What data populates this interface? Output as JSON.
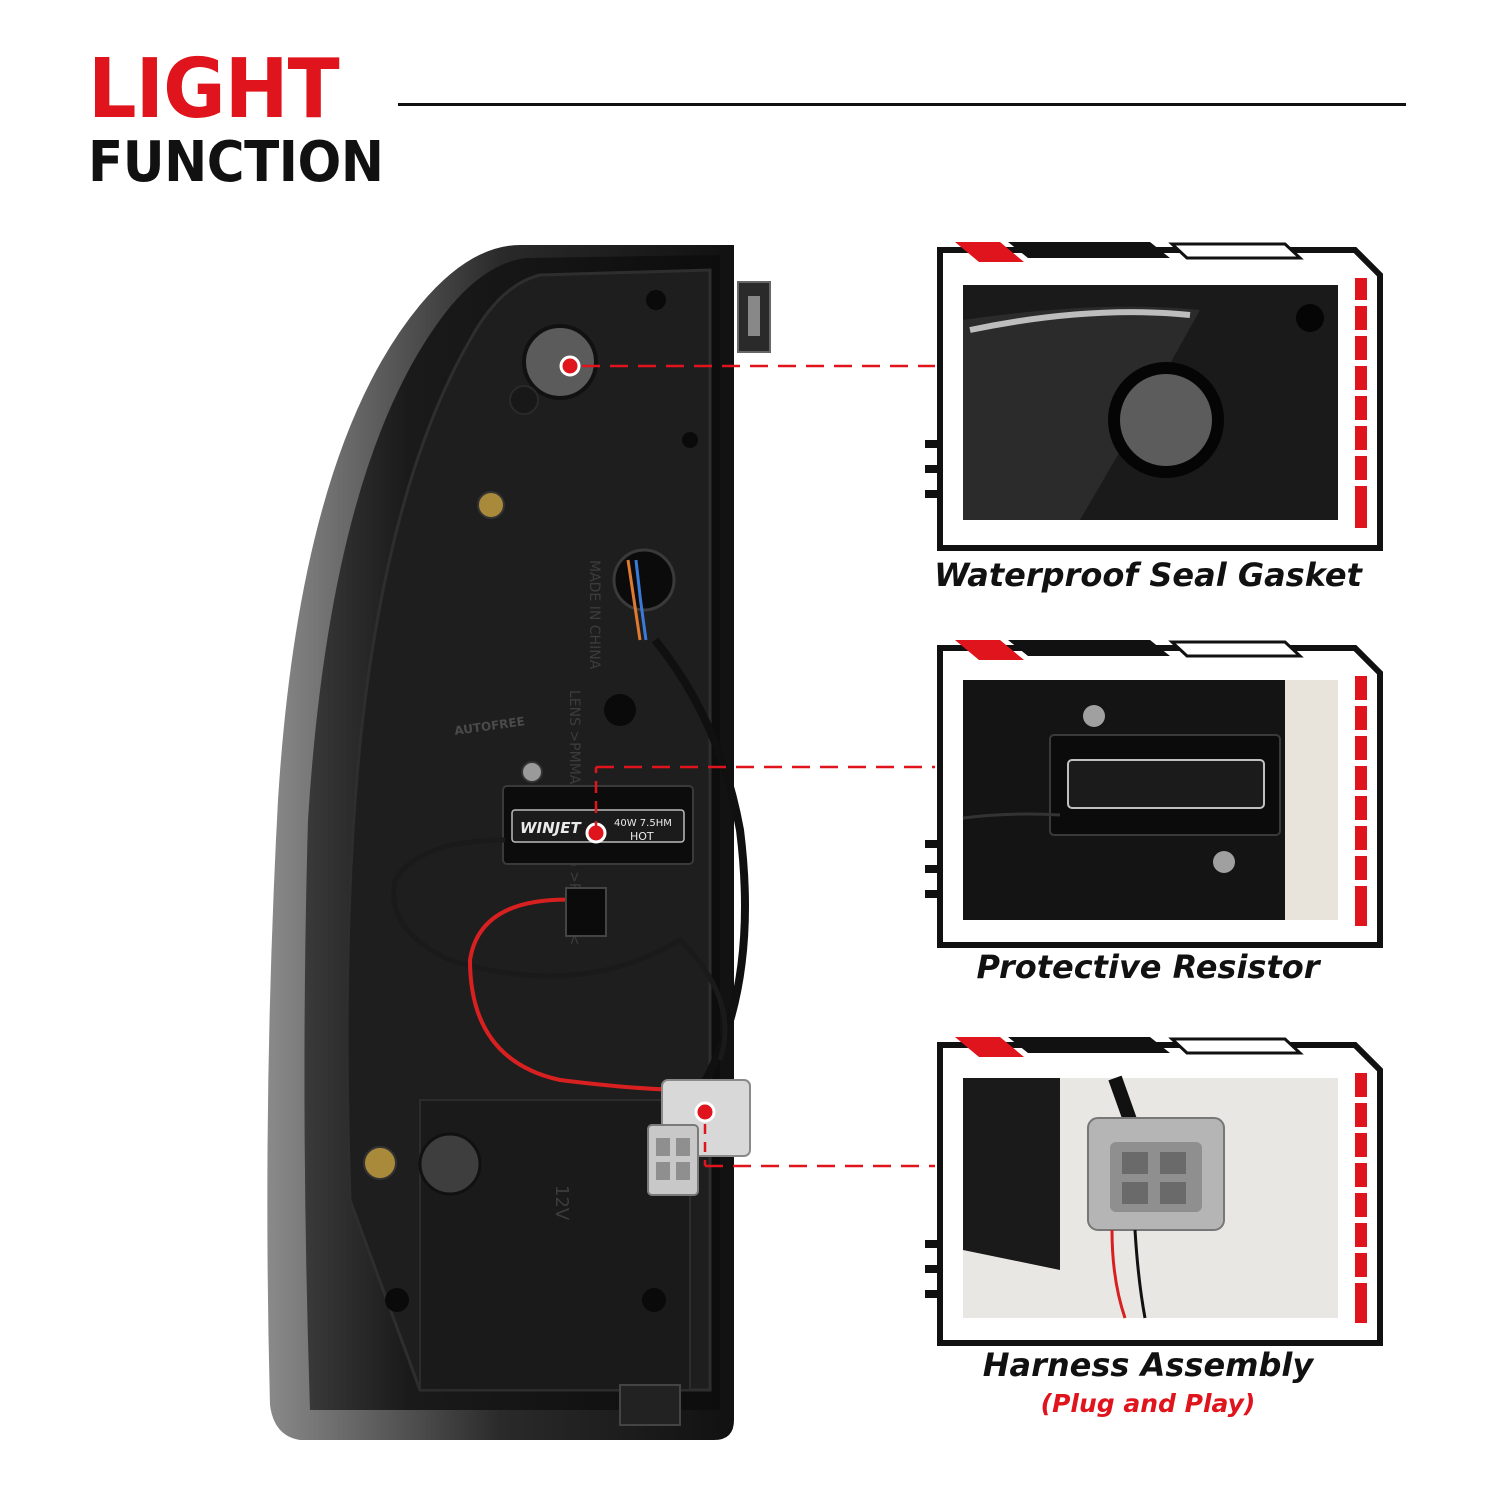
{
  "header": {
    "title_line1": "LIGHT",
    "title_line2": "FUNCTION"
  },
  "features": [
    {
      "label": "Waterproof Seal Gasket"
    },
    {
      "label": "Protective Resistor"
    },
    {
      "label": "Harness Assembly",
      "note": "(Plug and Play)"
    }
  ],
  "resistor_label": {
    "brand": "WINJET",
    "spec": "40W 7.5HM",
    "warning": "HOT"
  },
  "housing_marks": {
    "voltage": "12V",
    "watermark": "AUTOFREE"
  },
  "colors": {
    "accent": "#e0141c",
    "text": "#111111",
    "housing": "#141414"
  }
}
